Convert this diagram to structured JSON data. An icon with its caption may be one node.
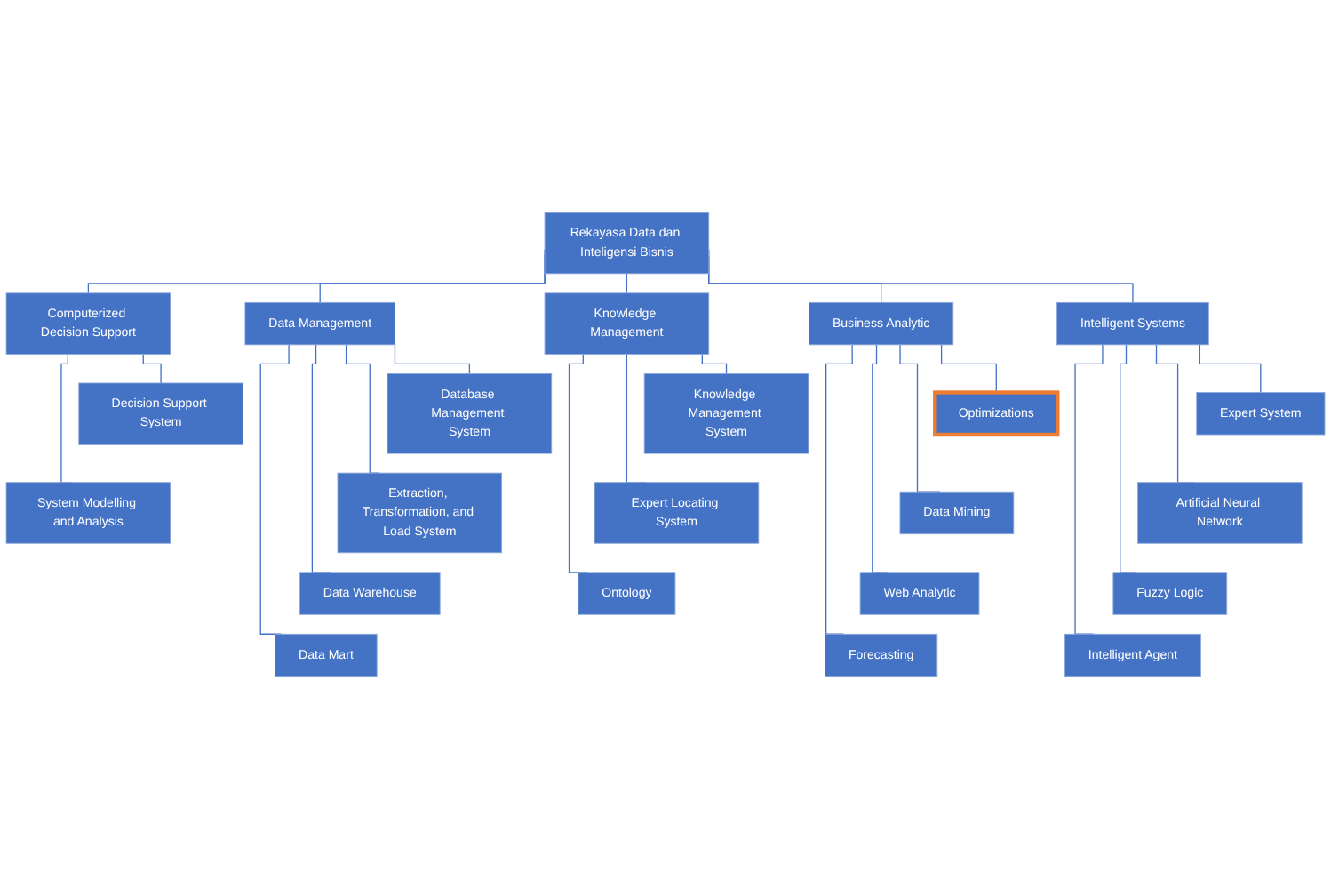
{
  "diagram": {
    "nodes": [
      {
        "text": [
          "Rekayasa Data dan Inteligensi Bisnis"
        ]
      },
      {
        "text": [
          "Computerized Decision Support"
        ]
      },
      {
        "text": [
          "Data Management"
        ]
      },
      {
        "text": [
          "Business Analytic"
        ]
      },
      {
        "text": [
          "Knowledge Management"
        ]
      },
      {
        "text": [
          "Intelligent Systems"
        ]
      },
      {
        "text": [
          "Decision Support System"
        ]
      },
      {
        "text": [
          "System Modelling and Analysis"
        ]
      },
      {
        "text": [
          "Database Management System"
        ]
      },
      {
        "text": [
          "Extraction, Transformation, and Load System"
        ]
      },
      {
        "text": [
          "Data Warehouse"
        ]
      },
      {
        "text": [
          "Data Mart"
        ]
      },
      {
        "text": [
          "Optimizations"
        ]
      },
      {
        "text": [
          "Data Mining"
        ]
      },
      {
        "text": [
          "Web Analytic"
        ]
      },
      {
        "text": [
          "Forecasting"
        ]
      },
      {
        "text": [
          "Knowledge Management System"
        ]
      },
      {
        "text": [
          "Expert Locating System"
        ]
      },
      {
        "text": [
          "Ontology"
        ]
      },
      {
        "text": [
          "Expert System"
        ]
      },
      {
        "text": [
          "Artificial Neural Network"
        ]
      },
      {
        "text": [
          "Fuzzy Logic"
        ]
      },
      {
        "text": [
          "Intelligent Agent"
        ]
      }
    ],
    "edges": [
      {
        "from": 0,
        "to": 1,
        "arrow": "none"
      },
      {
        "from": 0,
        "to": 2,
        "arrow": "none"
      },
      {
        "from": 0,
        "to": 3,
        "arrow": "none"
      },
      {
        "from": 0,
        "to": 4,
        "arrow": "none"
      },
      {
        "from": 0,
        "to": 5,
        "arrow": "none"
      },
      {
        "from": 1,
        "to": 6,
        "arrow": "none"
      },
      {
        "from": 1,
        "to": 7,
        "arrow": "none"
      },
      {
        "from": 2,
        "to": 8,
        "arrow": "none"
      },
      {
        "from": 2,
        "to": 9,
        "arrow": "none"
      },
      {
        "from": 2,
        "to": 10,
        "arrow": "none"
      },
      {
        "from": 2,
        "to": 11,
        "arrow": "none"
      },
      {
        "from": 3,
        "to": 12,
        "arrow": "none"
      },
      {
        "from": 3,
        "to": 13,
        "arrow": "none"
      },
      {
        "from": 3,
        "to": 14,
        "arrow": "none"
      },
      {
        "from": 3,
        "to": 15,
        "arrow": "none"
      },
      {
        "from": 4,
        "to": 16,
        "arrow": "none"
      },
      {
        "from": 4,
        "to": 17,
        "arrow": "none"
      },
      {
        "from": 4,
        "to": 18,
        "arrow": "none"
      },
      {
        "from": 5,
        "to": 19,
        "arrow": "none"
      },
      {
        "from": 5,
        "to": 20,
        "arrow": "none"
      },
      {
        "from": 5,
        "to": 21,
        "arrow": "none"
      },
      {
        "from": 5,
        "to": 22,
        "arrow": "none"
      }
    ]
  }
}
